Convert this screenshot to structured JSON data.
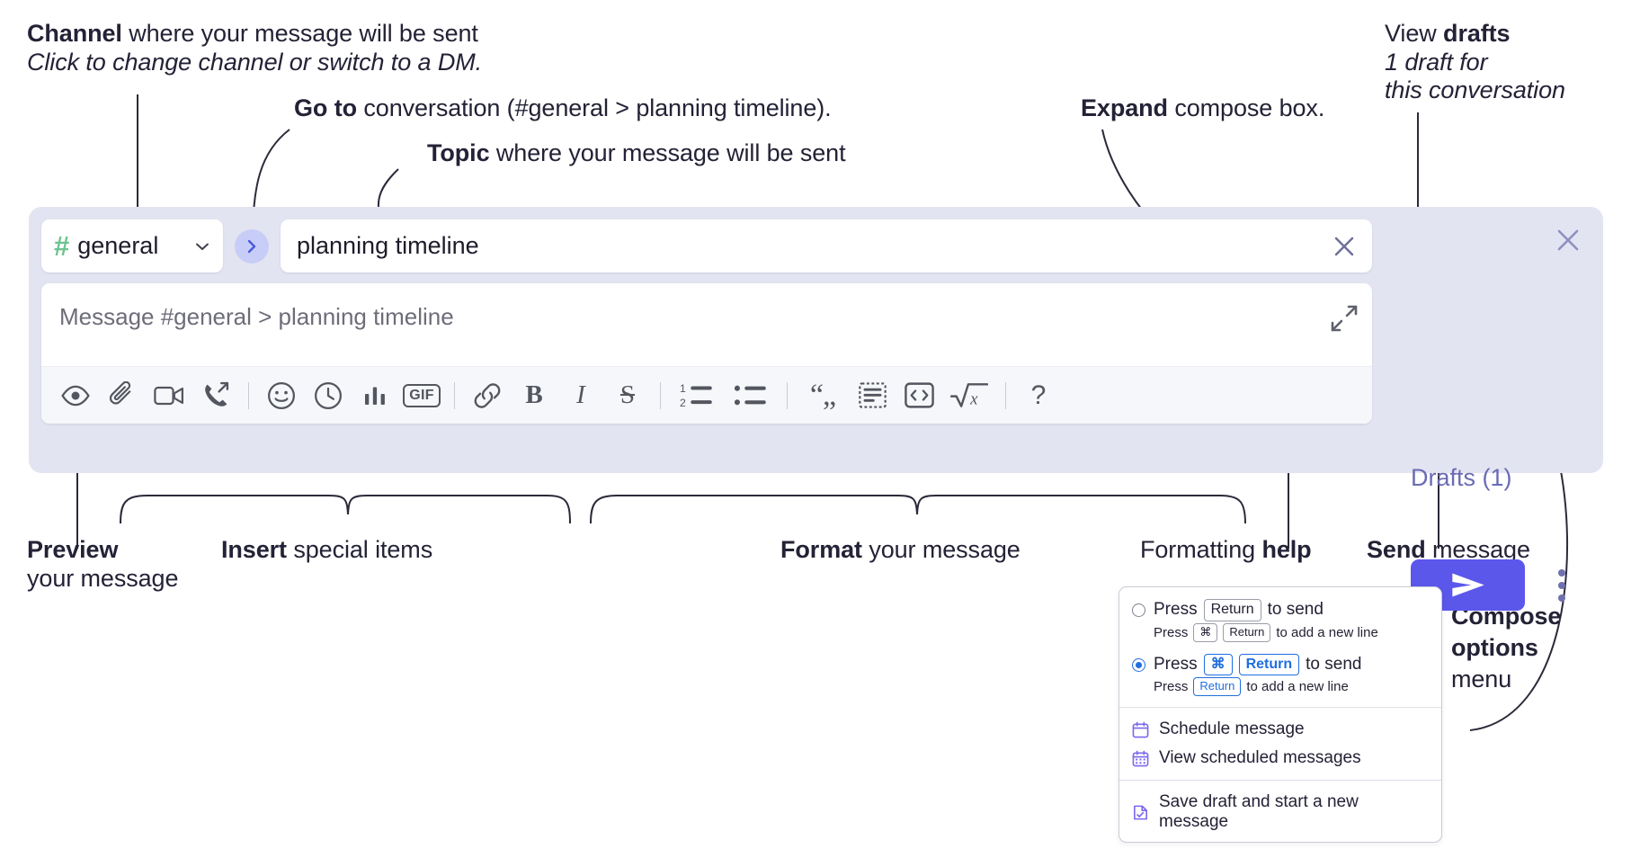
{
  "annotations": {
    "channel": {
      "line1_bold": "Channel",
      "line1_rest": " where your message will be sent",
      "line2_italic": "Click to change channel or switch to a DM."
    },
    "goto": {
      "bold": "Go to",
      "rest": " conversation (#general > planning timeline)."
    },
    "topic": {
      "bold": "Topic",
      "rest": " where your message will be sent"
    },
    "expand": {
      "bold": "Expand",
      "rest": " compose box."
    },
    "drafts": {
      "line1_plain": "View ",
      "line1_bold": "drafts",
      "line2_italic": "1 draft for",
      "line3_italic": "this conversation"
    },
    "preview": {
      "bold": "Preview",
      "line2": "your message"
    },
    "insert": {
      "bold": "Insert",
      "rest": " special items"
    },
    "format": {
      "bold": "Format",
      "rest": " your message"
    },
    "formatting_help": {
      "plain": "Formatting ",
      "bold": "help"
    },
    "send": {
      "bold": "Send",
      "rest": " message"
    },
    "compose_options": {
      "bold_line1": "Compose",
      "bold_line2": "options",
      "plain_line3": "menu"
    }
  },
  "compose": {
    "channel": {
      "hash": "#",
      "name": "general",
      "chevron_icon": "chevron-down-icon"
    },
    "goto_icon": "chevron-right-icon",
    "topic": {
      "value": "planning timeline",
      "clear_icon": "close-icon"
    },
    "message": {
      "placeholder": "Message #general > planning timeline",
      "value": ""
    },
    "expand_icon": "expand-diagonal-icon",
    "close_icon": "close-icon",
    "drafts_label": "Drafts (1)",
    "send_icon": "send-paper-plane-icon",
    "options_icon": "vertical-dots-icon",
    "toolbar": [
      {
        "name": "preview-button",
        "icon": "eye-icon",
        "label": "Preview"
      },
      {
        "name": "attach-button",
        "icon": "paperclip-icon",
        "label": "Attach file"
      },
      {
        "name": "video-clip-button",
        "icon": "video-camera-icon",
        "label": "Record video clip"
      },
      {
        "name": "audio-clip-button",
        "icon": "phone-forward-icon",
        "label": "Record audio clip"
      },
      {
        "name": "separator-1",
        "icon": "divider",
        "label": ""
      },
      {
        "name": "emoji-button",
        "icon": "smiley-icon",
        "label": "Emoji"
      },
      {
        "name": "reminder-button",
        "icon": "clock-icon",
        "label": "Reminder"
      },
      {
        "name": "poll-button",
        "icon": "bar-chart-icon",
        "label": "Poll"
      },
      {
        "name": "gif-button",
        "icon": "gif-icon",
        "label": "GIF"
      },
      {
        "name": "separator-2",
        "icon": "divider",
        "label": ""
      },
      {
        "name": "link-button",
        "icon": "link-icon",
        "label": "Link"
      },
      {
        "name": "bold-button",
        "icon": "bold-icon",
        "label": "B"
      },
      {
        "name": "italic-button",
        "icon": "italic-icon",
        "label": "I"
      },
      {
        "name": "strikethrough-button",
        "icon": "strikethrough-icon",
        "label": "S"
      },
      {
        "name": "separator-3",
        "icon": "divider",
        "label": ""
      },
      {
        "name": "ordered-list-button",
        "icon": "ordered-list-icon",
        "label": "Ordered list"
      },
      {
        "name": "bullet-list-button",
        "icon": "bullet-list-icon",
        "label": "Bulleted list"
      },
      {
        "name": "separator-4",
        "icon": "divider",
        "label": ""
      },
      {
        "name": "blockquote-button",
        "icon": "quote-icon",
        "label": "Blockquote"
      },
      {
        "name": "code-block-button",
        "icon": "code-block-icon",
        "label": "Code block"
      },
      {
        "name": "inline-code-button",
        "icon": "angle-brackets-icon",
        "label": "Code"
      },
      {
        "name": "math-button",
        "icon": "square-root-icon",
        "label": "Math"
      },
      {
        "name": "separator-5",
        "icon": "divider",
        "label": ""
      },
      {
        "name": "formatting-help-button",
        "icon": "question-mark-icon",
        "label": "?"
      }
    ]
  },
  "options_menu": {
    "radio_option_1": {
      "selected": false,
      "main": {
        "press": "Press",
        "key": "Return",
        "suffix": "to send"
      },
      "sub": {
        "press": "Press",
        "key1": "⌘",
        "key2": "Return",
        "suffix": "to add a new line"
      }
    },
    "radio_option_2": {
      "selected": true,
      "main": {
        "press": "Press",
        "key1": "⌘",
        "key2": "Return",
        "suffix": "to send"
      },
      "sub": {
        "press": "Press",
        "key": "Return",
        "suffix": "to add a new line"
      }
    },
    "items": [
      {
        "name": "schedule-message",
        "icon": "calendar-icon",
        "label": "Schedule message"
      },
      {
        "name": "view-scheduled",
        "icon": "calendar-grid-icon",
        "label": "View scheduled messages"
      },
      {
        "name": "save-draft",
        "icon": "document-check-icon",
        "label": "Save draft and start a new message"
      }
    ]
  },
  "colors": {
    "panel_bg": "#e3e4f1",
    "send_button": "#5b57eb",
    "hash_green": "#6cc38e",
    "goto_circle": "#c7cdf7",
    "goto_chevron": "#4a5bd8",
    "drafts_text": "#6a6bb5",
    "radio_blue": "#1f6fde",
    "menu_icon_purple": "#7b68ee",
    "text_dark": "#232236",
    "toolbar_bg": "#f6f7fa"
  }
}
